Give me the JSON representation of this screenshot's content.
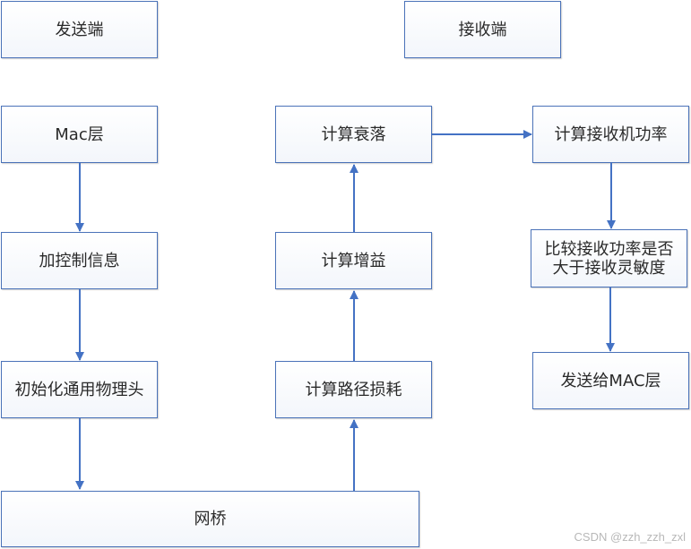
{
  "nodes": {
    "sender": "发送端",
    "receiver": "接收端",
    "mac_layer": "Mac层",
    "add_control": "加控制信息",
    "init_phy": "初始化通用物理头",
    "bridge": "网桥",
    "calc_path_loss": "计算路径损耗",
    "calc_gain": "计算增益",
    "calc_fading": "计算衰落",
    "calc_rx_power": "计算接收机功率",
    "compare_power": "比较接收功率是否大于接收灵敏度",
    "send_to_mac": "发送给MAC层"
  },
  "watermark": "CSDN @zzh_zzh_zxl",
  "colors": {
    "border": "#4a72b8",
    "arrow": "#4472c4"
  }
}
